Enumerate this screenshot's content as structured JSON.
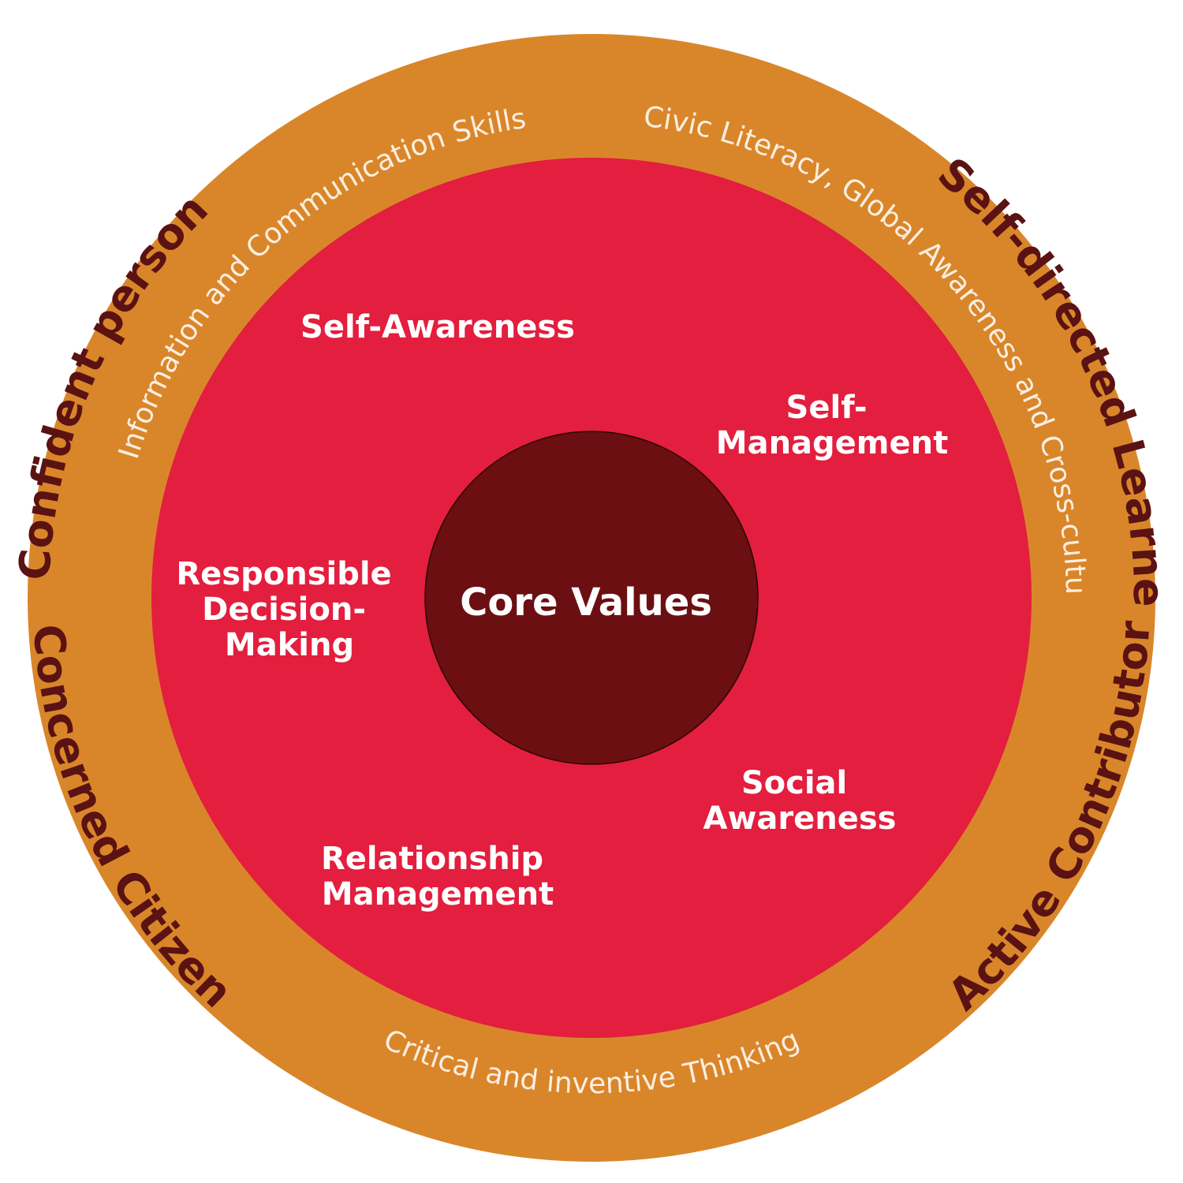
{
  "colors": {
    "background": "#ffffff",
    "outer_ring": "#d9862a",
    "inner_circle": "#e31e3e",
    "core": "#6b0f12",
    "outcome_text": "#5a1212",
    "ring_text": "#fbeee0",
    "inner_text": "#ffffff"
  },
  "outcomes": {
    "top_left": "Confident person",
    "top_right": "Self-directed Learner",
    "bottom_left": "Concerned Citizen",
    "bottom_right": "Active Contributor"
  },
  "ring_skills": {
    "left": "Information and Communication Skills",
    "right": "Civic Literacy, Global Awareness and Cross-cultural skills",
    "bottom": "Critical and inventive Thinking"
  },
  "competencies": {
    "self_awareness": "Self-Awareness",
    "self_management": [
      "Self-",
      "Management"
    ],
    "responsible_decision_making": [
      "Responsible",
      "Decision-",
      "Making"
    ],
    "social_awareness": [
      "Social",
      "Awareness"
    ],
    "relationship_management": [
      "Relationship",
      "Management"
    ]
  },
  "core": {
    "label": "Core Values"
  }
}
